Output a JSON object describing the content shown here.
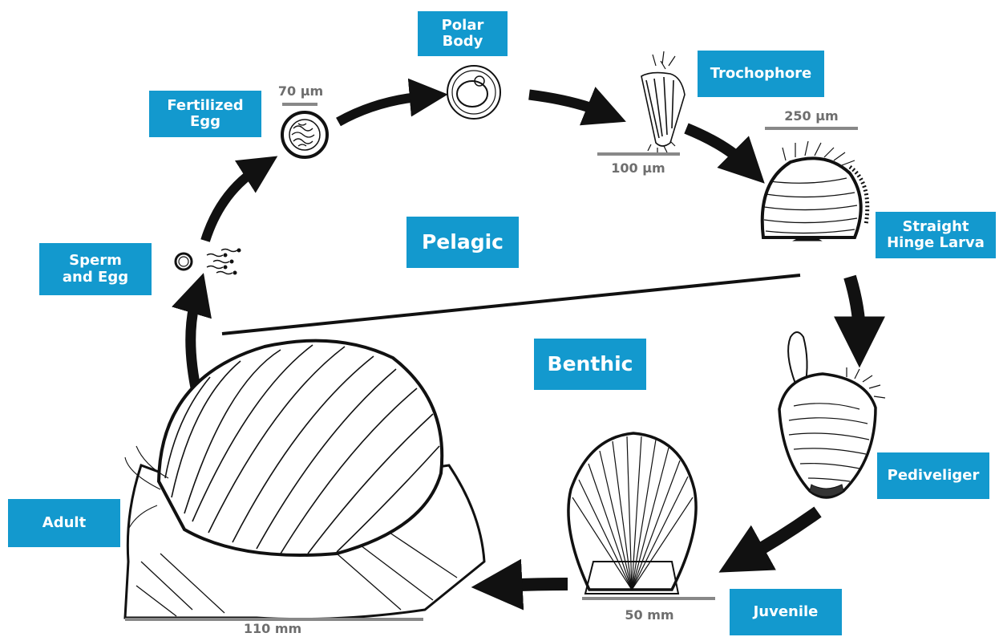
{
  "labels": {
    "polar_body": "Polar\nBody",
    "trochophore": "Trochophore",
    "fertilized_egg": "Fertilized\nEgg",
    "sperm_and_egg": "Sperm\nand Egg",
    "pelagic": "Pelagic",
    "benthic": "Benthic",
    "straight_hinge_larva": "Straight\nHinge Larva",
    "pediveliger": "Pediveliger",
    "juvenile": "Juvenile",
    "adult": "Adult"
  },
  "scales": {
    "egg": "70 µm",
    "trochophore": "100 µm",
    "straight_hinge_larva": "250 µm",
    "juvenile": "50 mm",
    "adult": "110 mm"
  },
  "colors": {
    "label_bg": "#1399ce",
    "label_text": "#ffffff",
    "scale_bar": "#888888",
    "ink": "#111111"
  }
}
